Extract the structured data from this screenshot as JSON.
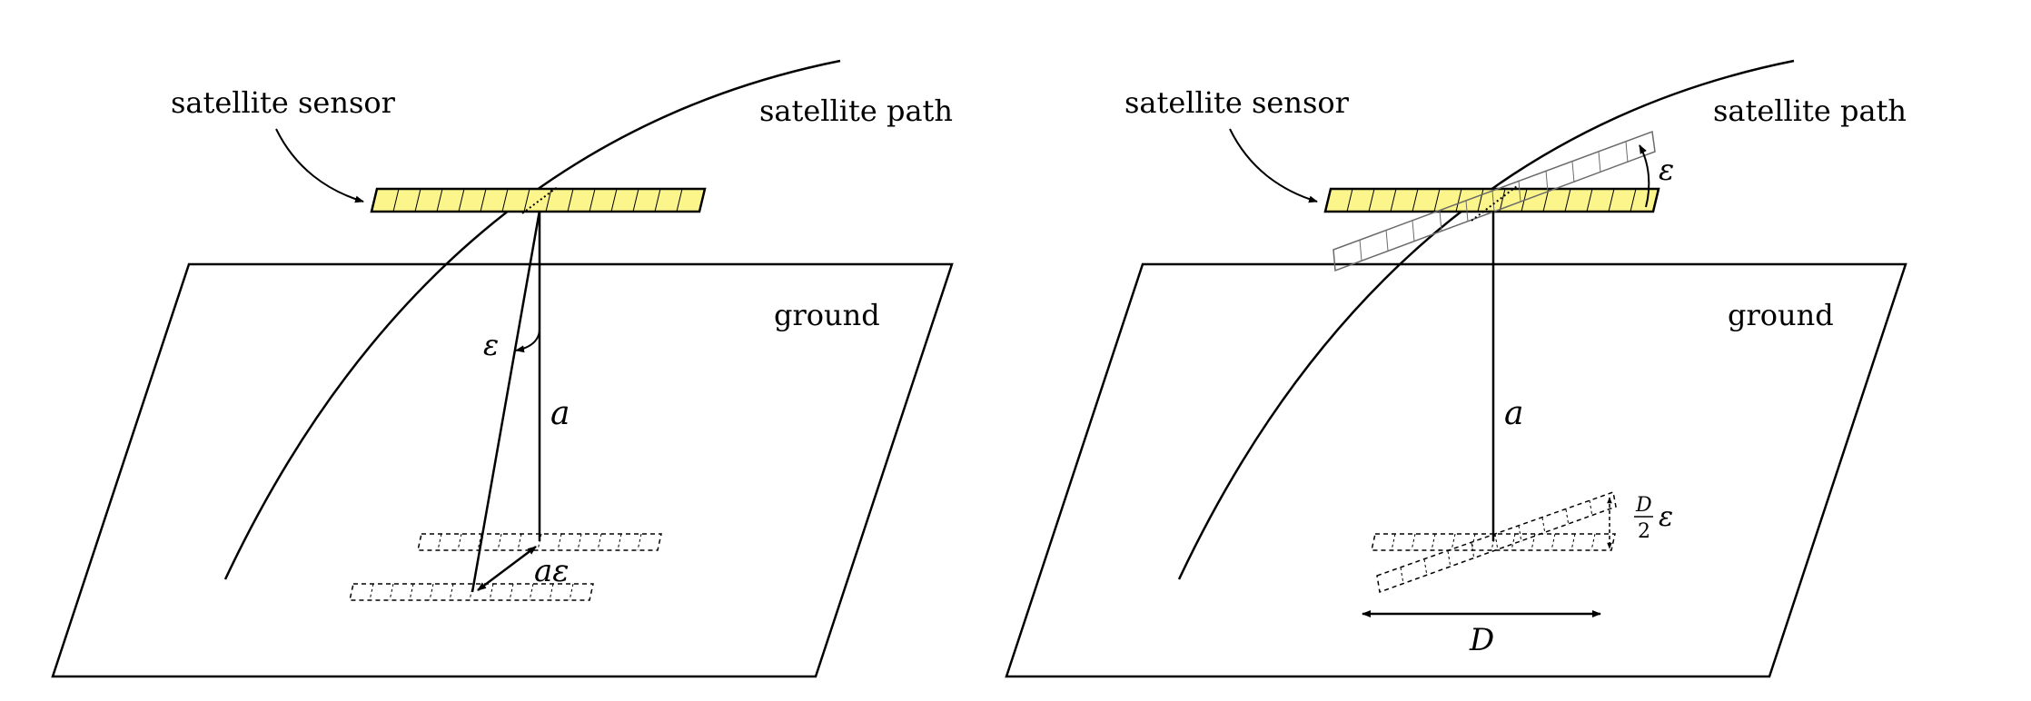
{
  "left_panel": {
    "sensor_label": "satellite sensor",
    "path_label": "satellite path",
    "ground_label": "ground",
    "angle_label": "ε",
    "height_label": "a",
    "shift_label": "aε"
  },
  "right_panel": {
    "sensor_label": "satellite sensor",
    "path_label": "satellite path",
    "ground_label": "ground",
    "angle_label": "ε",
    "height_label": "a",
    "frac_num": "D",
    "frac_den": "2",
    "frac_var": "ε",
    "width_label": "D"
  },
  "colors": {
    "sensor_fill": "#fbf58c",
    "stroke": "#000000",
    "rotated_strip": "#6b6b6b"
  }
}
